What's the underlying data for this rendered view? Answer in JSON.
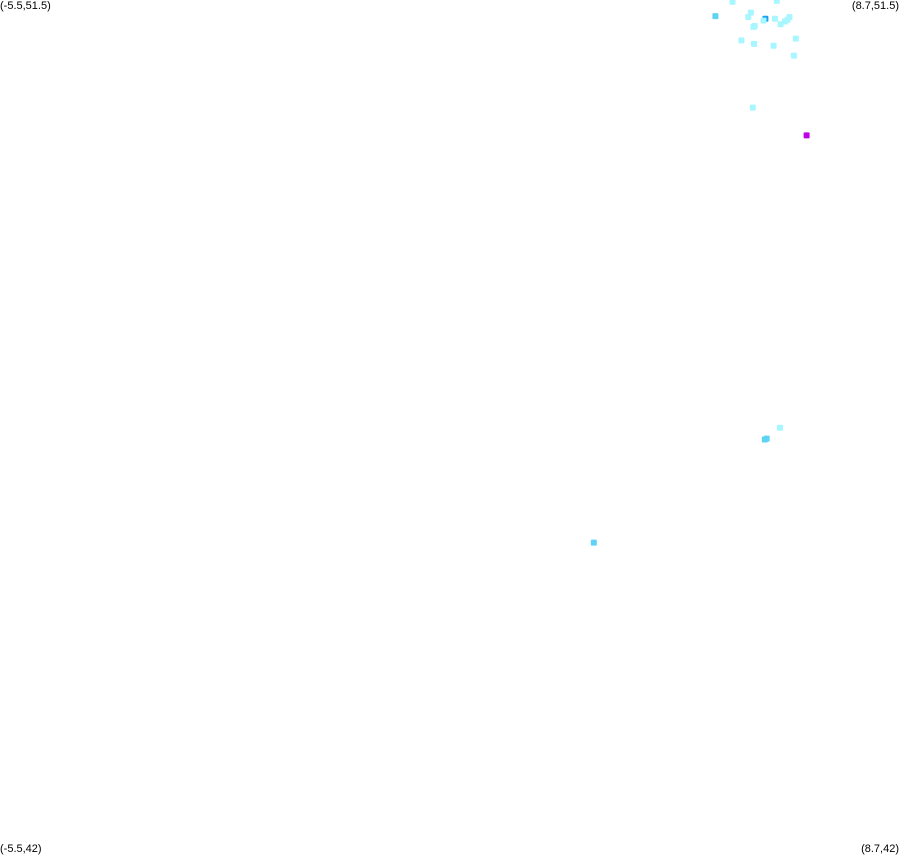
{
  "corners": {
    "top_left": "(-5.5,51.5)",
    "top_right": "(8.7,51.5)",
    "bottom_left": "(-5.5,42)",
    "bottom_right": "(8.7,42)"
  },
  "bounds": {
    "lon_min": -5.5,
    "lon_max": 8.7,
    "lat_min": 42,
    "lat_max": 51.5
  },
  "colors": {
    "background": "#ffffff",
    "light_cyan": "#a8f6ff",
    "cyan": "#5fd3f5",
    "blue": "#1ea0ee",
    "magenta": "#c000e6"
  },
  "points": [
    {
      "lon": 6.07,
      "lat": 51.48,
      "color": "light_cyan"
    },
    {
      "lon": 6.36,
      "lat": 51.36,
      "color": "light_cyan"
    },
    {
      "lon": 6.32,
      "lat": 51.31,
      "color": "light_cyan"
    },
    {
      "lon": 5.8,
      "lat": 51.32,
      "color": "cyan"
    },
    {
      "lon": 6.94,
      "lat": 51.28,
      "color": "light_cyan"
    },
    {
      "lon": 6.97,
      "lat": 51.31,
      "color": "light_cyan"
    },
    {
      "lon": 6.9,
      "lat": 51.26,
      "color": "light_cyan"
    },
    {
      "lon": 6.42,
      "lat": 51.21,
      "color": "light_cyan"
    },
    {
      "lon": 6.4,
      "lat": 51.2,
      "color": "light_cyan"
    },
    {
      "lon": 6.77,
      "lat": 51.49,
      "color": "light_cyan"
    },
    {
      "lon": 6.74,
      "lat": 51.29,
      "color": "light_cyan"
    },
    {
      "lon": 6.59,
      "lat": 51.29,
      "color": "blue"
    },
    {
      "lon": 6.56,
      "lat": 51.27,
      "color": "light_cyan"
    },
    {
      "lon": 6.83,
      "lat": 51.23,
      "color": "light_cyan"
    },
    {
      "lon": 6.21,
      "lat": 51.05,
      "color": "light_cyan"
    },
    {
      "lon": 6.41,
      "lat": 51.01,
      "color": "light_cyan"
    },
    {
      "lon": 6.72,
      "lat": 50.99,
      "color": "light_cyan"
    },
    {
      "lon": 7.07,
      "lat": 51.07,
      "color": "light_cyan"
    },
    {
      "lon": 7.04,
      "lat": 50.88,
      "color": "light_cyan"
    },
    {
      "lon": 6.39,
      "lat": 50.3,
      "color": "light_cyan"
    },
    {
      "lon": 7.24,
      "lat": 49.99,
      "color": "magenta"
    },
    {
      "lon": 6.82,
      "lat": 46.73,
      "color": "light_cyan"
    },
    {
      "lon": 6.58,
      "lat": 46.6,
      "color": "cyan"
    },
    {
      "lon": 6.61,
      "lat": 46.61,
      "color": "cyan"
    },
    {
      "lon": 3.88,
      "lat": 45.45,
      "color": "cyan"
    }
  ]
}
